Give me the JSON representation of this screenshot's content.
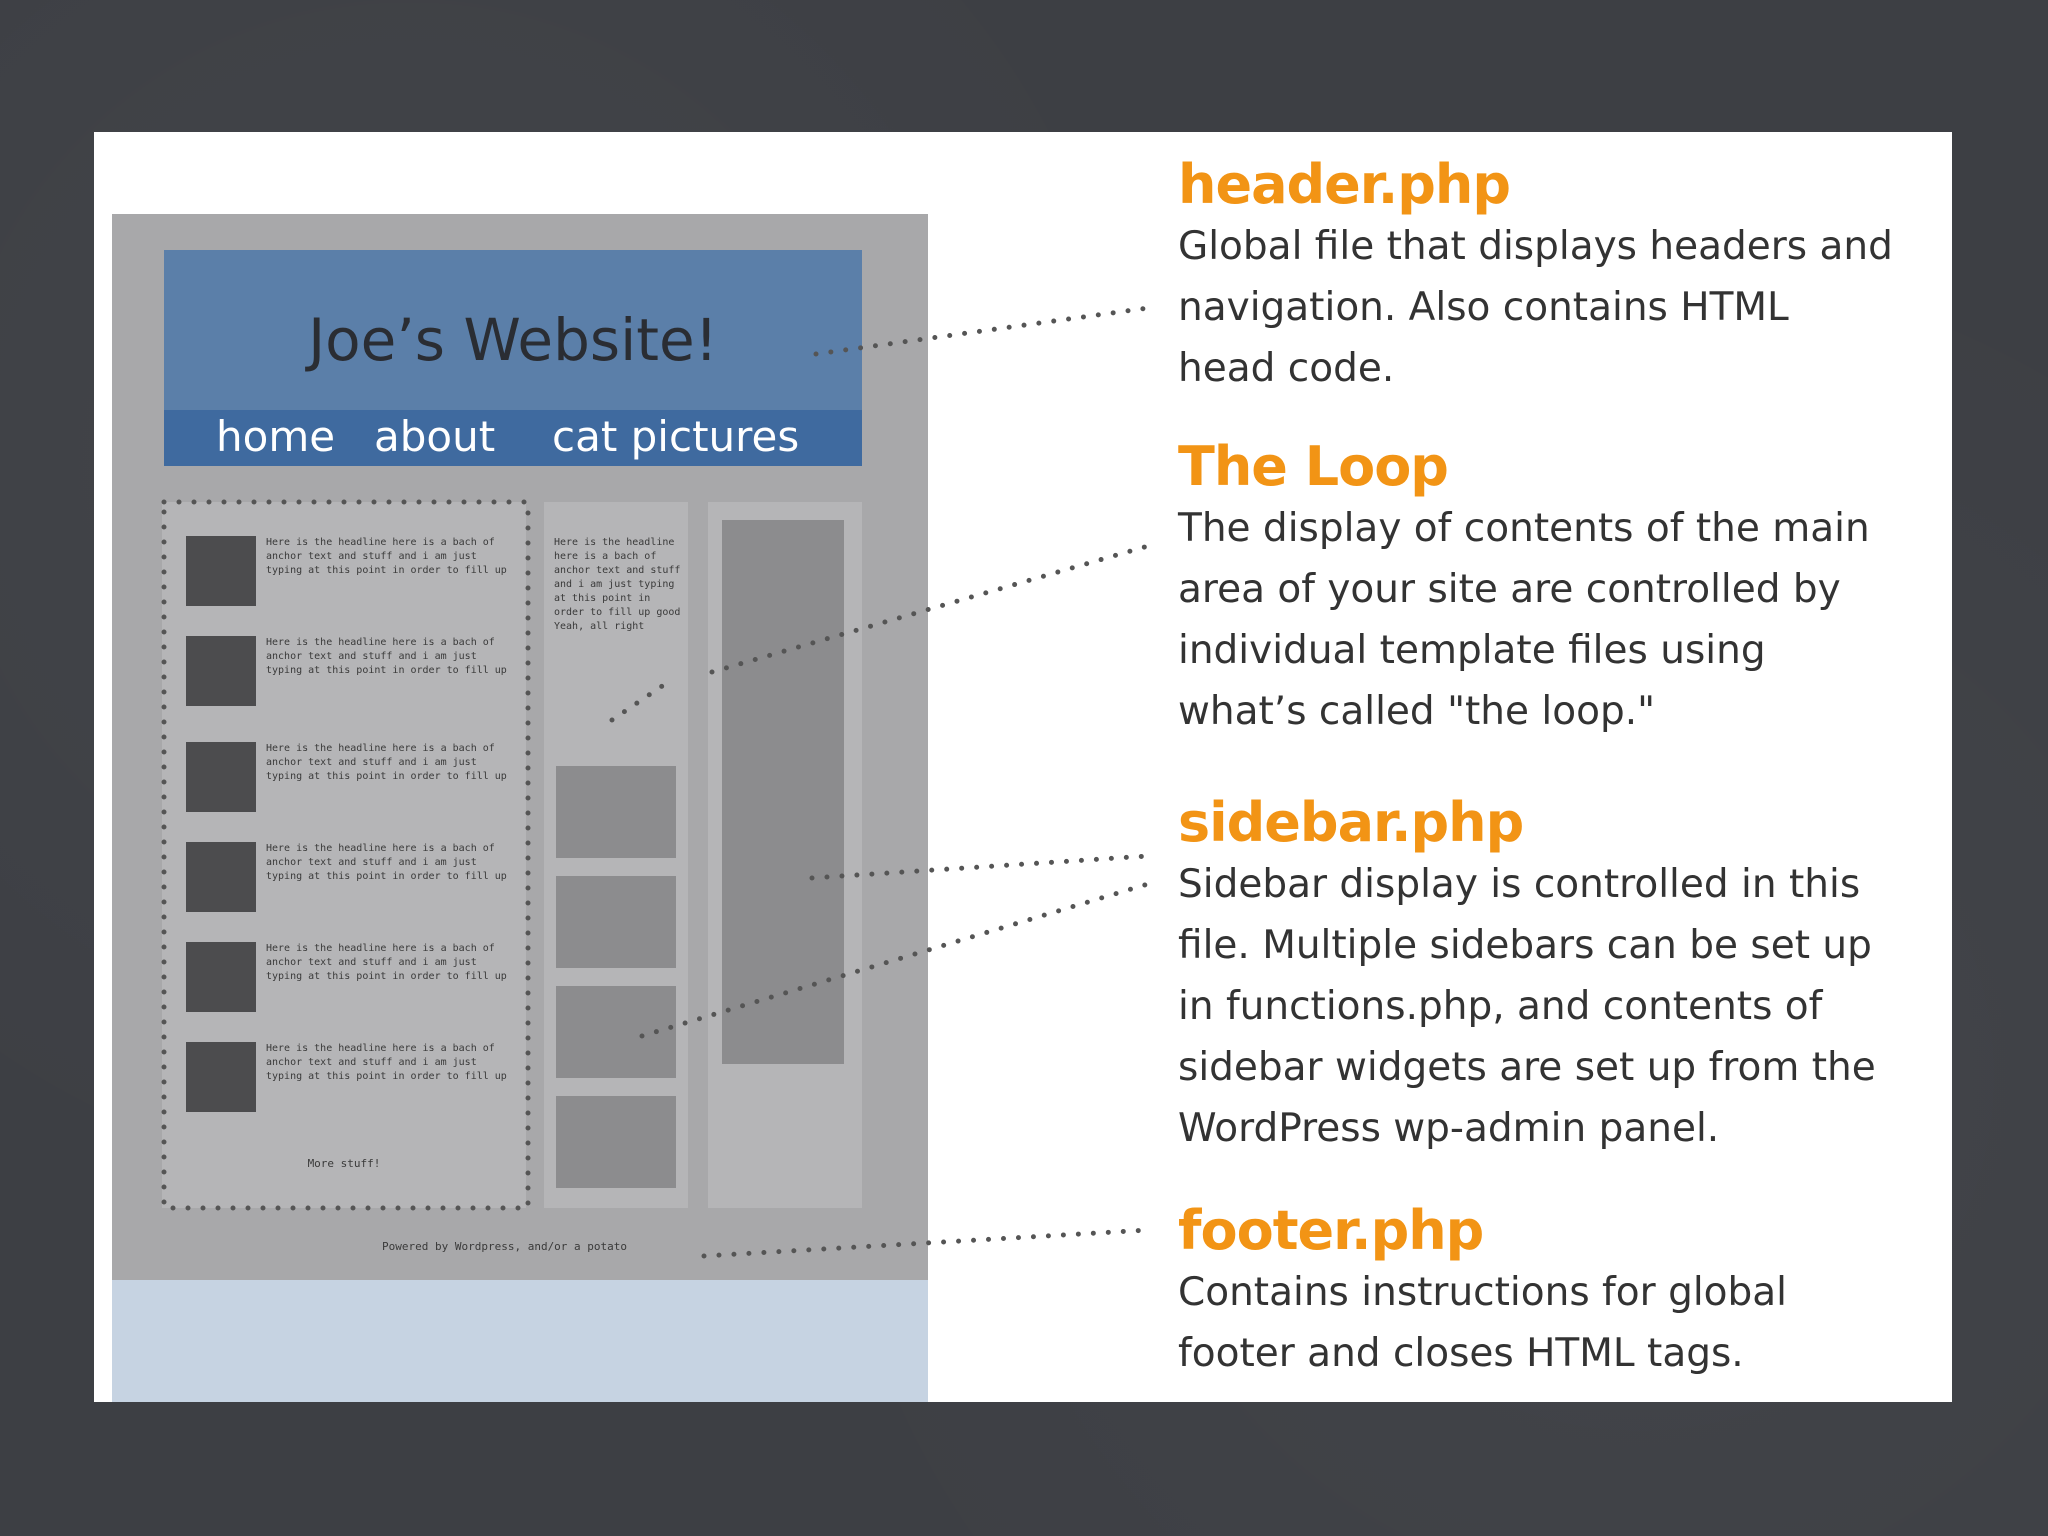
{
  "mockup": {
    "site_title": "Joe’s Website!",
    "nav": [
      "home",
      "about",
      "cat pictures"
    ],
    "posts": [
      {
        "text": "Here is the headline here is a bach of anchor text and stuff and i am just typing at this point in order to fill up"
      },
      {
        "text": "Here is the headline here is a bach of anchor text and stuff and i am just typing at this point in order to fill up"
      },
      {
        "text": "Here is the headline here is a bach of anchor text and stuff and i am just typing at this point in order to fill up"
      },
      {
        "text": "Here is the headline here is a bach of anchor text and stuff and i am just typing at this point in order to fill up"
      },
      {
        "text": "Here is the headline here is a bach of anchor text and stuff and i am just typing at this point in order to fill up"
      },
      {
        "text": "Here is the headline here is a bach of anchor text and stuff and i am just typing at this point in order to fill up"
      }
    ],
    "more_stuff": "More stuff!",
    "loop_text": "Here is the headline here is a bach of anchor text and stuff and i am just typing at this point in order to fill up good Yeah, all right",
    "footer_text": "Powered by Wordpress, and/or a potato"
  },
  "labels": [
    {
      "title": "header.php",
      "desc": "Global file that displays headers and\nnavigation. Also contains HTML\nhead code."
    },
    {
      "title": "The Loop",
      "desc": "The display of contents of the main\narea of your site are controlled by\nindividual template files using\nwhat’s called \"the loop.\""
    },
    {
      "title": "sidebar.php",
      "desc": "Sidebar display is controlled in this\nfile. Multiple sidebars can be set up\nin functions.php, and contents of\nsidebar widgets are set up from the\nWordPress wp-admin panel."
    },
    {
      "title": "footer.php",
      "desc": "Contains instructions for global\nfooter and closes HTML tags."
    }
  ],
  "colors": {
    "background": "#3d3f44",
    "header_blue": "#5b7fa9",
    "nav_blue": "#3f6a9f",
    "title_orange": "#f29415"
  }
}
